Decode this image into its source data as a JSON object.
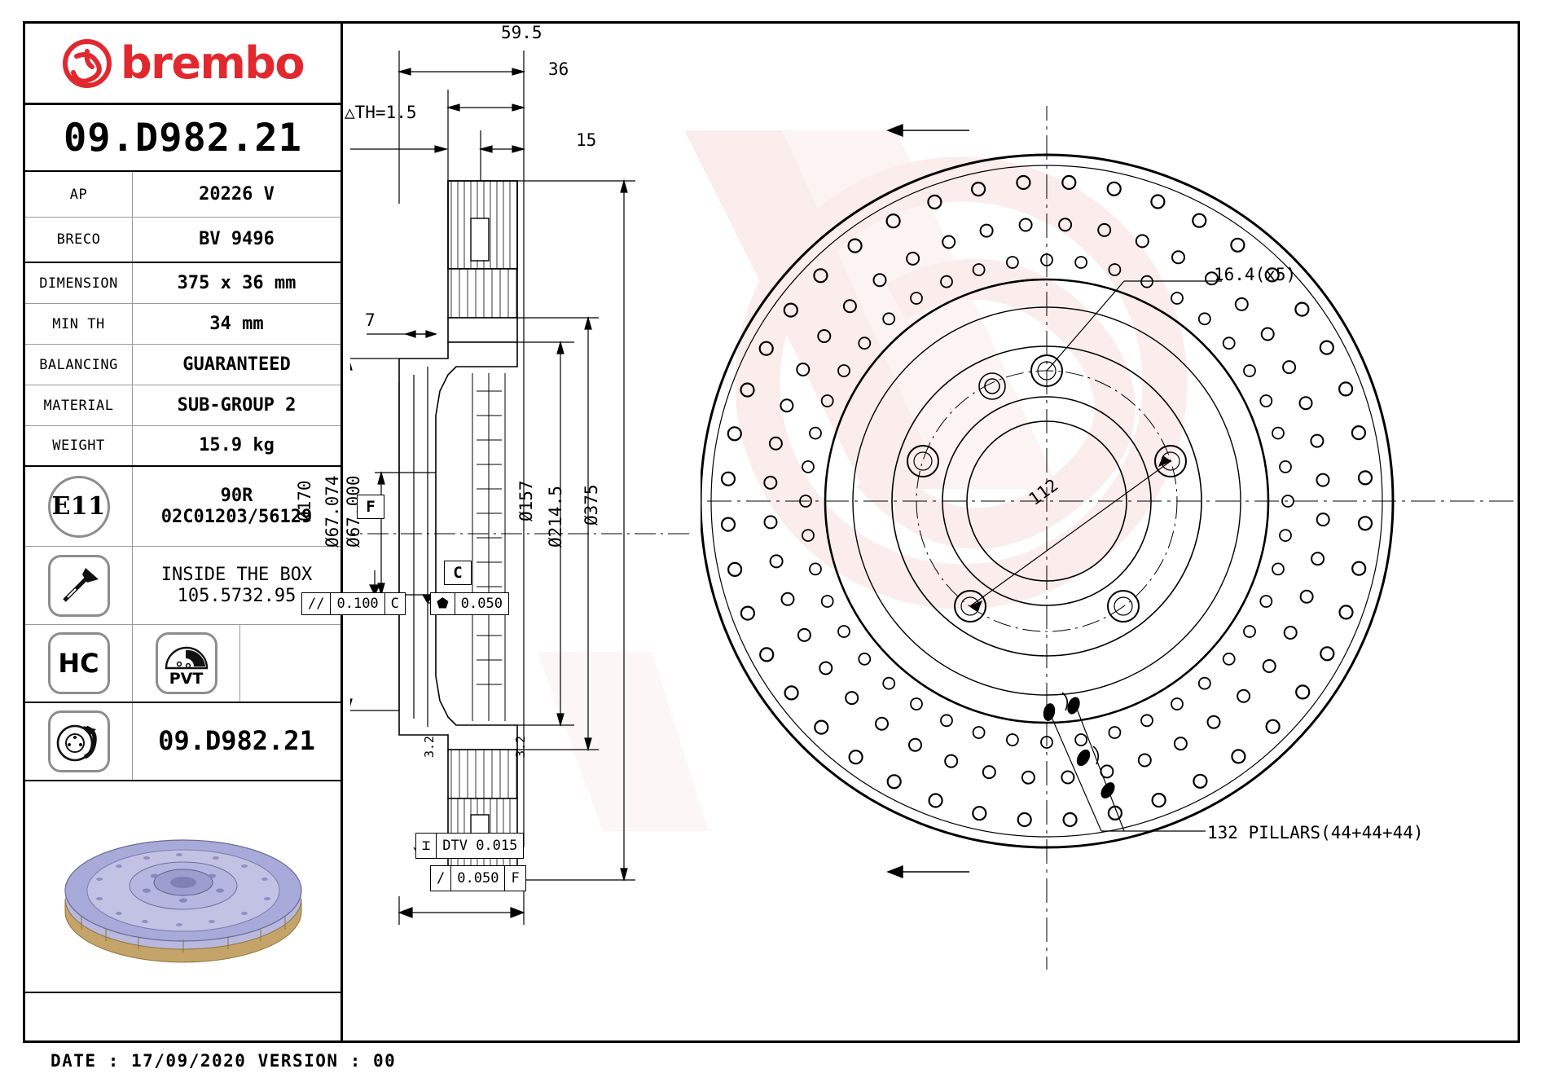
{
  "brand": {
    "name": "brembo",
    "logo_color": "#e2282f",
    "logo_icon": "brembo-swirl-icon"
  },
  "part_number": "09.D982.21",
  "spec_table": {
    "rows": [
      {
        "label": "AP",
        "value": "20226 V"
      },
      {
        "label": "BRECO",
        "value": "BV 9496"
      },
      {
        "label": "DIMENSION",
        "value": "375 x 36 mm"
      },
      {
        "label": "MIN TH",
        "value": "34 mm"
      },
      {
        "label": "BALANCING",
        "value": "GUARANTEED"
      },
      {
        "label": "MATERIAL",
        "value": "SUB-GROUP 2"
      },
      {
        "label": "WEIGHT",
        "value": "15.9 kg"
      }
    ],
    "homologation": {
      "icon": "e-mark-icon",
      "mark": "E11",
      "line1": "90R",
      "line2": "02C01203/56129"
    },
    "screws": {
      "icon": "screw-icon",
      "line1": "INSIDE THE BOX",
      "line2": "105.5732.95"
    },
    "badges": {
      "hc": {
        "icon": "hc-badge-icon",
        "label": "HC"
      },
      "pvt": {
        "icon": "pvt-badge-icon",
        "label": "PVT"
      }
    },
    "disc_row": {
      "icon": "brake-disc-icon",
      "value": "09.D982.21"
    },
    "photo": {
      "icon": "brake-disc-photo",
      "alt": "drilled vented brake disc"
    }
  },
  "footer": {
    "date_line": "DATE : 17/09/2020 VERSION : 00"
  },
  "section_view": {
    "dimensions": {
      "overall_width": "59.5",
      "disc_thickness": "36",
      "hat_offset": "15",
      "th_tolerance": "△TH=1.5",
      "hat_wall": "7",
      "dia_170": "Ø170",
      "dia_bore_max": "Ø67.074",
      "dia_bore_min": "Ø67.000",
      "dia_157": "Ø157",
      "dia_214_5": "Ø214.5",
      "dia_375": "Ø375"
    },
    "datums": {
      "f": "F",
      "c": "C"
    },
    "gdt_frames": [
      {
        "symbol": "//",
        "tolerance": "0.100",
        "datum": "C"
      },
      {
        "symbol": "⬟",
        "tolerance": "0.050",
        "datum": ""
      },
      {
        "symbol": "⌶",
        "tolerance": "DTV 0.015",
        "datum": ""
      },
      {
        "symbol": "/",
        "tolerance": "0.050",
        "datum": "F"
      }
    ],
    "surface_finish": "3.2"
  },
  "face_view": {
    "callouts": {
      "bolt_hole": "16.4(x5)",
      "pcd": "112",
      "pillars": "132 PILLARS(44+44+44)"
    }
  },
  "colors": {
    "line": "#000000",
    "grid": "#9a9a9a",
    "watermark": "#f2c9c8",
    "photo_body": "#9a9ed6",
    "photo_ring": "#c9a96a"
  }
}
